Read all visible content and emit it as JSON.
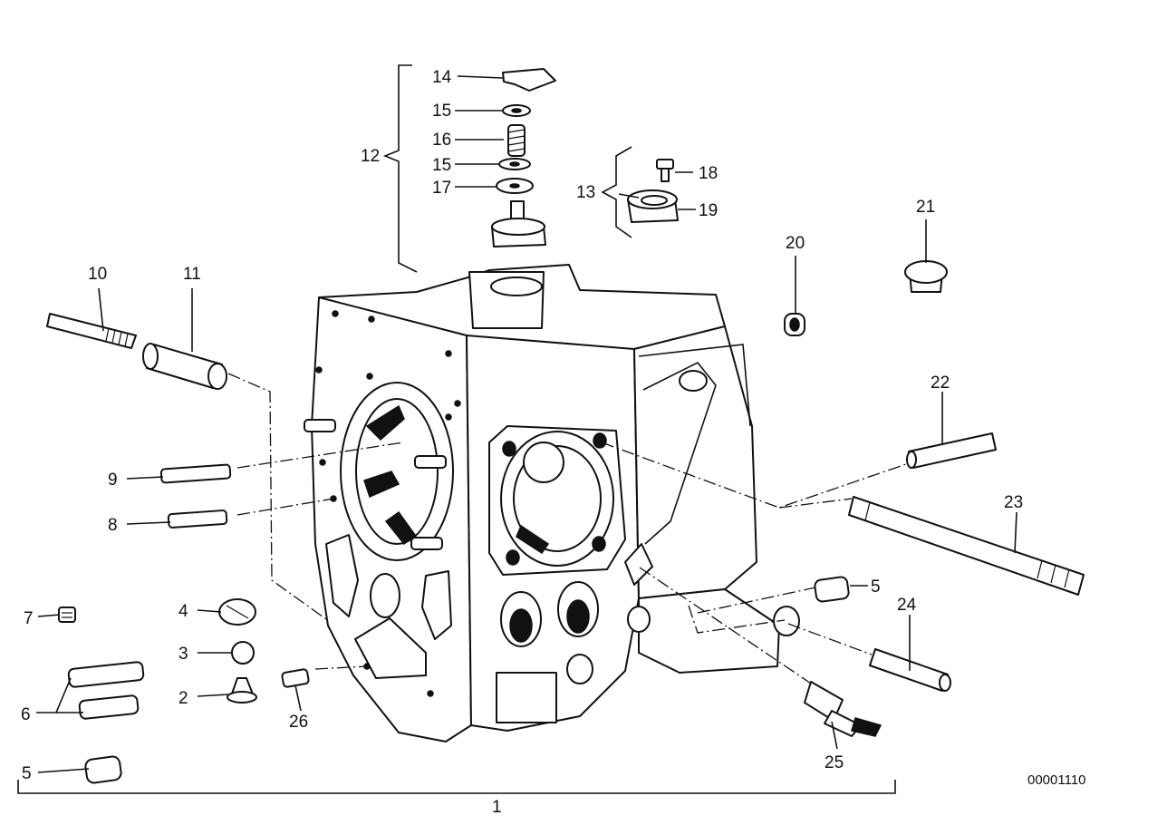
{
  "document_number": "00001110",
  "callouts": {
    "p1": "1",
    "p2": "2",
    "p3": "3",
    "p4": "4",
    "p5a": "5",
    "p5b": "5",
    "p6": "6",
    "p7": "7",
    "p8": "8",
    "p9": "9",
    "p10": "10",
    "p11": "11",
    "p12": "12",
    "p13": "13",
    "p14": "14",
    "p15a": "15",
    "p15b": "15",
    "p16": "16",
    "p17": "17",
    "p18": "18",
    "p19": "19",
    "p20": "20",
    "p21": "21",
    "p22": "22",
    "p23": "23",
    "p24": "24",
    "p25": "25",
    "p26": "26"
  }
}
